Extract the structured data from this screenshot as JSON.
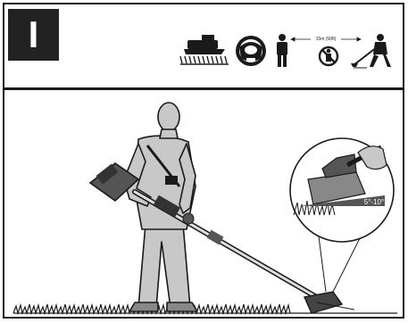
{
  "step": {
    "label": "I"
  },
  "safety_icons": [
    {
      "name": "hearing-protection-icon"
    },
    {
      "name": "eye-face-protection-icon"
    },
    {
      "name": "operator-icon"
    },
    {
      "name": "bystander-prohibited-icon"
    },
    {
      "name": "trimmer-operator-icon"
    }
  ],
  "distance": {
    "label": "15m (50ft)"
  },
  "angle": {
    "label": "5°-10°"
  },
  "colors": {
    "ink": "#1a1a1a",
    "body": "#c8c8c8",
    "accent": "#888888"
  }
}
